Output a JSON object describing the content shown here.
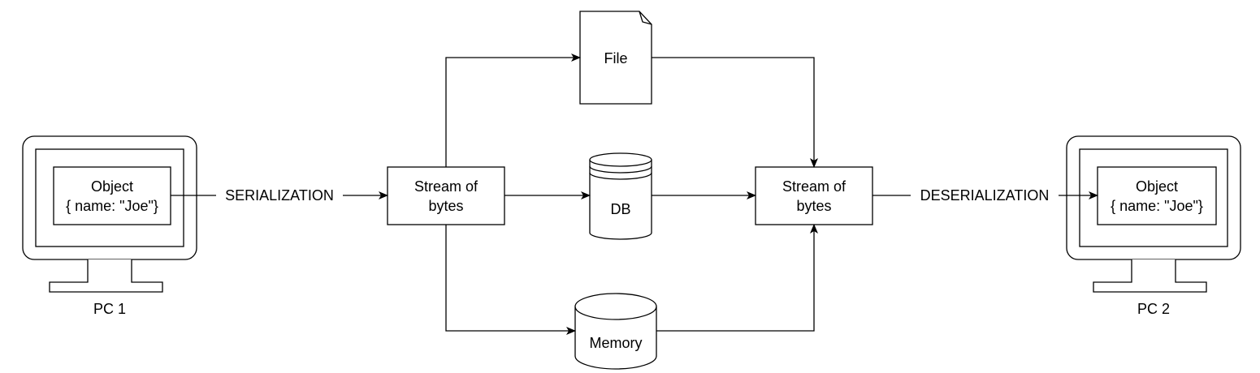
{
  "pc1": {
    "object_line1": "Object",
    "object_line2": "{ name: \"Joe\"}",
    "label": "PC 1"
  },
  "pc2": {
    "object_line1": "Object",
    "object_line2": "{ name: \"Joe\"}",
    "label": "PC 2"
  },
  "edges": {
    "serialization": "SERIALIZATION",
    "deserialization": "DESERIALIZATION"
  },
  "stream_in": {
    "line1": "Stream of",
    "line2": "bytes"
  },
  "stream_out": {
    "line1": "Stream of",
    "line2": "bytes"
  },
  "storage": {
    "file": "File",
    "db": "DB",
    "memory": "Memory"
  }
}
